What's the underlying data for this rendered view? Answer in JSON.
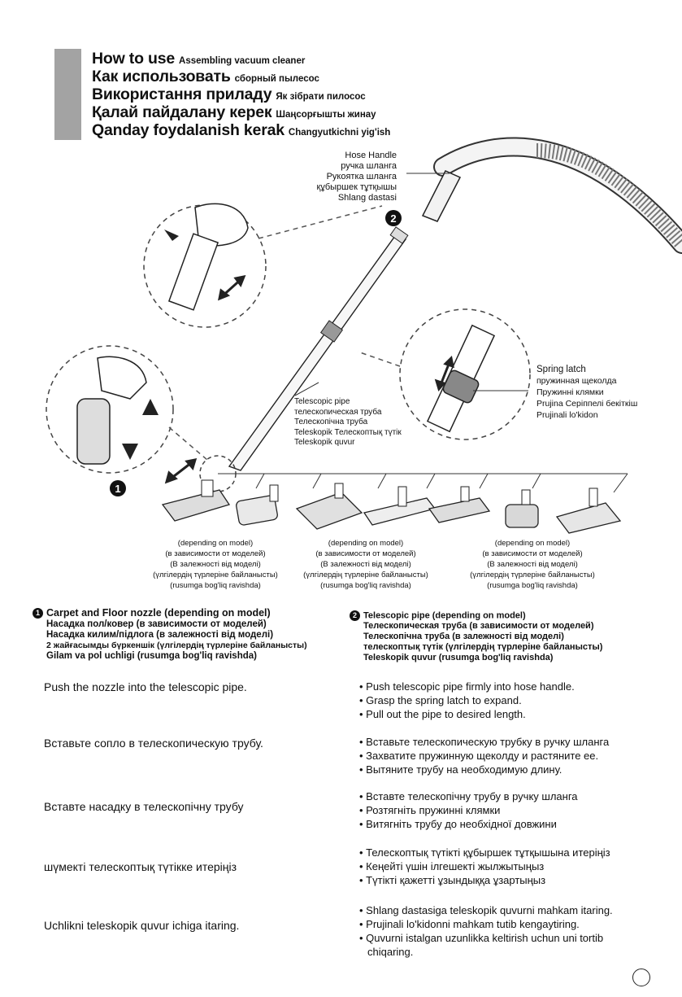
{
  "header": {
    "rows": [
      {
        "main": "How to use",
        "sub": "Assembling vacuum cleaner"
      },
      {
        "main": "Как использовать",
        "sub": "сборный пылесос"
      },
      {
        "main": "Використання приладу",
        "sub": "Як зібрати пилосос"
      },
      {
        "main": "Қалай пайдалану керек",
        "sub": "Шаңсорғышты жинау"
      },
      {
        "main": "Qanday foydalanish kerak",
        "sub": "Changyutkichni yig'ish"
      }
    ]
  },
  "figure": {
    "hose_handle_labels": [
      "Hose Handle",
      "ручка шланга",
      "Рукоятка шланга",
      "құбыршек тұтқышы",
      "Shlang dastasi"
    ],
    "telescopic_labels": [
      "Telescopic pipe",
      "телескопическая труба",
      "Телескопічна труба",
      "Teleskopik Телескоптық түтік",
      "Teleskopik quvur"
    ],
    "spring_labels": [
      "Spring latch",
      "пружинная щеколда",
      "Пружинні клямки",
      "Prujina Серіппелі  бекіткіш",
      "Prujinali lo'kidon"
    ],
    "marker_1": "1",
    "marker_2": "2",
    "depending": [
      [
        "(depending on model)",
        "(в зависимости от моделей)",
        "(В залежності від моделі)",
        "(үлгілердің түрлеріне байланысты)",
        "(rusumga bog'liq ravishda)"
      ],
      [
        "(depending on model)",
        "(в зависимости от моделей)",
        "(В залежності від моделі)",
        "(үлгілердің түрлеріне байланысты)",
        "(rusumga bog'liq ravishda)"
      ],
      [
        "(depending on model)",
        "(в зависимости от моделей)",
        "(В залежності від моделі)",
        "(үлгілердің түрлеріне байланысты)",
        "(rusumga bog'liq ravishda)"
      ]
    ]
  },
  "section1": {
    "number": "1",
    "lines": [
      "Carpet and Floor nozzle (depending on model)",
      "Насадка пол/ковер (в зависимости от моделей)",
      "Насадка килим/підлога (в залежності від моделі)",
      "2 жайғасымды  бүркеншік (үлгілердің түрлеріне байланысты)",
      "Gilam va pol uchligi (rusumga bog'liq ravishda)"
    ]
  },
  "section2": {
    "number": "2",
    "lines": [
      "Telescopic pipe (depending on model)",
      "Телескопическая труба (в зависимости от моделей)",
      "Телескопічна труба (в залежності від моделі)",
      "телескоптық түтік (үлгілердің түрлеріне байланысты)",
      "Teleskopik quvur (rusumga bog'liq ravishda)"
    ]
  },
  "instructions": [
    {
      "left": "Push the nozzle into the telescopic pipe.",
      "bullets": [
        "Push telescopic pipe firmly into hose handle.",
        "Grasp the spring latch to expand.",
        "Pull out the pipe to desired length."
      ]
    },
    {
      "left": "Вставьте сопло в телескопическую трубу.",
      "bullets": [
        "Вставьте телескопическую трубку в ручку шланга",
        "Захватите пружинную щеколду и растяните ее.",
        "Вытяните трубу на необходимую длину."
      ]
    },
    {
      "left": "Вставте насадку  в телескопічну трубу",
      "bullets": [
        "Вставте телескопічну трубу в ручку шланга",
        "Розтягніть пружинні клямки",
        "Витягніть трубу до необхідної довжини"
      ]
    },
    {
      "left": "шүмекті телескоптық түтікке итеріңіз",
      "bullets": [
        "Телескоптық түтікті құбыршек тұтқышына итеріңіз",
        "Кеңейті үшін ілгешекті жылжытыңыз",
        "Түтікті қажетті ұзындыққа ұзартыңыз"
      ]
    },
    {
      "left": "Uchlikni teleskopik quvur ichiga itaring.",
      "bullets": [
        "Shlang dastasiga teleskopik quvurni mahkam itaring.",
        "Prujinali lo'kidonni mahkam tutib kengaytiring.",
        "Quvurni istalgan uzunlikka keltirish uchun uni tortib",
        "chiqaring."
      ]
    }
  ]
}
